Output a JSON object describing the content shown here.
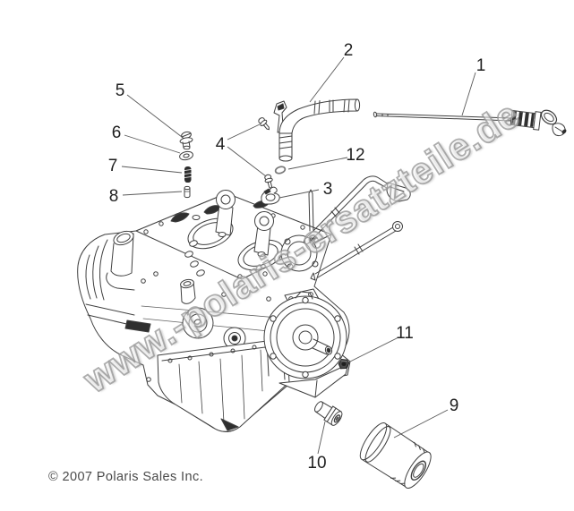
{
  "watermark": {
    "text": "www.-polaris-ersatzteile.de"
  },
  "footer": {
    "copyright": "© 2007 Polaris Sales Inc."
  },
  "diagram": {
    "callouts": [
      {
        "number": "1"
      },
      {
        "number": "2"
      },
      {
        "number": "3"
      },
      {
        "number": "4"
      },
      {
        "number": "5"
      },
      {
        "number": "6"
      },
      {
        "number": "7"
      },
      {
        "number": "8"
      },
      {
        "number": "9"
      },
      {
        "number": "10"
      },
      {
        "number": "11"
      },
      {
        "number": "12"
      }
    ]
  },
  "colors": {
    "line": "#3f3f3f",
    "leader": "#5a5a5a",
    "label": "#1f1f1f",
    "watermark_gray": "#969696",
    "background": "#ffffff"
  }
}
